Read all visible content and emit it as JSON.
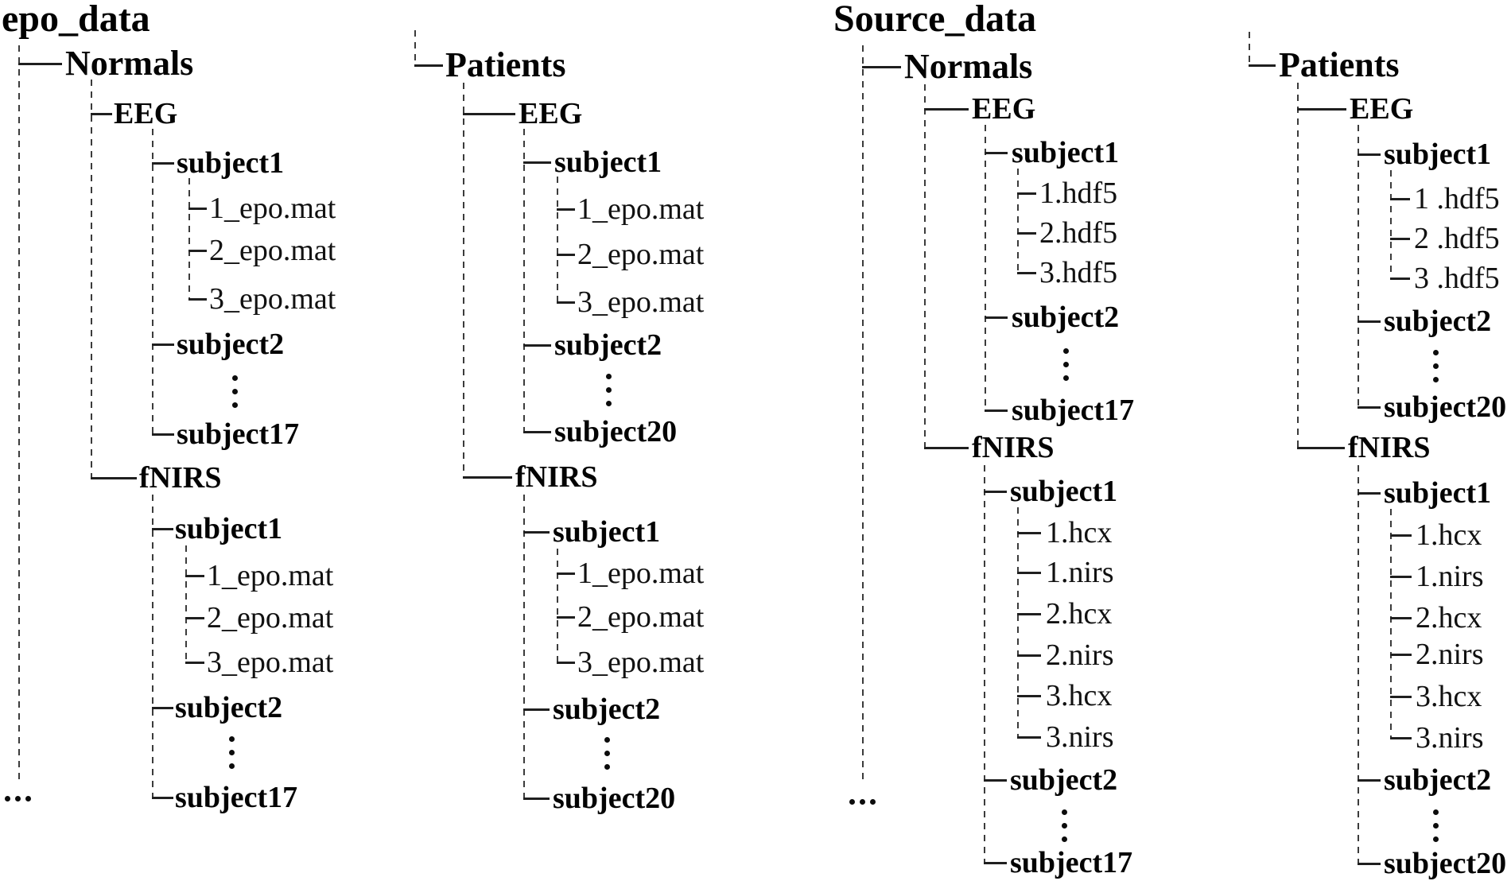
{
  "epo_data": {
    "title": "epo_data",
    "root_more": "...",
    "normals": {
      "label": "Normals",
      "eeg": {
        "label": "EEG",
        "s1": "subject1",
        "files": [
          "1_epo.mat",
          "2_epo.mat",
          "3_epo.mat"
        ],
        "s2": "subject2",
        "more": "⋮",
        "last": "subject17"
      },
      "fnirs": {
        "label": "fNIRS",
        "s1": "subject1",
        "files": [
          "1_epo.mat",
          "2_epo.mat",
          "3_epo.mat"
        ],
        "s2": "subject2",
        "more": "⋮",
        "last": "subject17"
      }
    },
    "patients": {
      "label": "Patients",
      "eeg": {
        "label": "EEG",
        "s1": "subject1",
        "files": [
          "1_epo.mat",
          "2_epo.mat",
          "3_epo.mat"
        ],
        "s2": "subject2",
        "more": "⋮",
        "last": "subject20"
      },
      "fnirs": {
        "label": "fNIRS",
        "s1": "subject1",
        "files": [
          "1_epo.mat",
          "2_epo.mat",
          "3_epo.mat"
        ],
        "s2": "subject2",
        "more": "⋮",
        "last": "subject20"
      }
    }
  },
  "source_data": {
    "title": "Source_data",
    "root_more": "...",
    "normals": {
      "label": "Normals",
      "eeg": {
        "label": "EEG",
        "s1": "subject1",
        "files": [
          "1.hdf5",
          "2.hdf5",
          "3.hdf5"
        ],
        "s2": "subject2",
        "more": "⋮",
        "last": "subject17"
      },
      "fnirs": {
        "label": "fNIRS",
        "s1": "subject1",
        "files": [
          "1.hcx",
          "1.nirs",
          "2.hcx",
          "2.nirs",
          "3.hcx",
          "3.nirs"
        ],
        "s2": "subject2",
        "more": "⋮",
        "last": "subject17"
      }
    },
    "patients": {
      "label": "Patients",
      "eeg": {
        "label": "EEG",
        "s1": "subject1",
        "files": [
          "1 .hdf5",
          "2 .hdf5",
          "3 .hdf5"
        ],
        "s2": "subject2",
        "more": "⋮",
        "last": "subject20"
      },
      "fnirs": {
        "label": "fNIRS",
        "s1": "subject1",
        "files": [
          "1.hcx",
          "1.nirs",
          "2.hcx",
          "2.nirs",
          "3.hcx",
          "3.nirs"
        ],
        "s2": "subject2",
        "more": "⋮",
        "last": "subject20"
      }
    }
  }
}
